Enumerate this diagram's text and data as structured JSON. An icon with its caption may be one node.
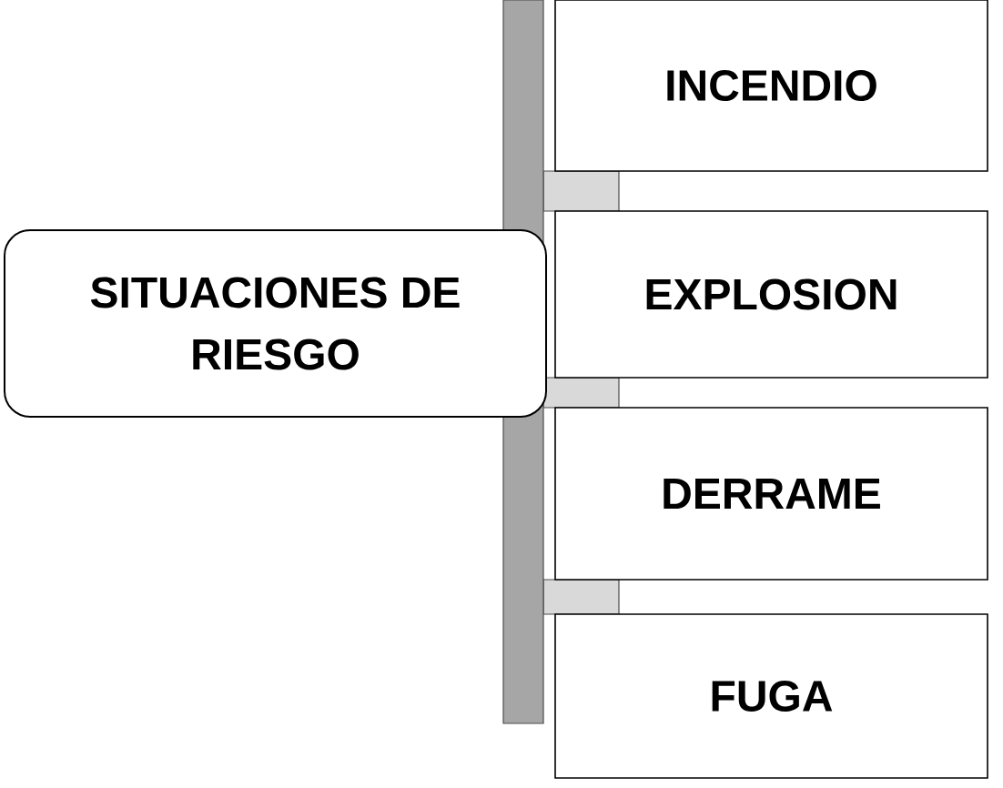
{
  "diagram": {
    "nodes": [
      {
        "text": [
          "SITUACIONES DE RIESGO"
        ]
      },
      {
        "text": [],
        "shape": "bar"
      },
      {
        "text": [
          "INCENDIO"
        ]
      },
      {
        "text": [
          "EXPLOSION"
        ]
      },
      {
        "text": [
          "DERRAME"
        ]
      },
      {
        "text": [
          "FUGA"
        ]
      }
    ]
  }
}
